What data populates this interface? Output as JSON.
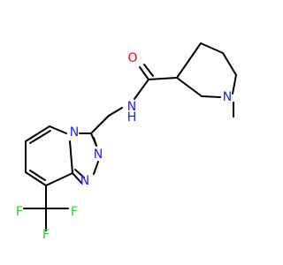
{
  "colors": {
    "bond": "#000000",
    "nitrogen": "#2020ff",
    "oxygen": "#ff0000",
    "fluorine": "#33cc33",
    "background": "#ffffff"
  },
  "atoms": {
    "oxygen_label": "O",
    "amide_n_label": "N",
    "amide_h_label": "H",
    "piperidine_n_label": "N",
    "ring_n1_label": "N",
    "ring_n2_label": "N",
    "ring_n3_label": "N",
    "fluorine_1_label": "F",
    "fluorine_2_label": "F",
    "fluorine_3_label": "F"
  }
}
